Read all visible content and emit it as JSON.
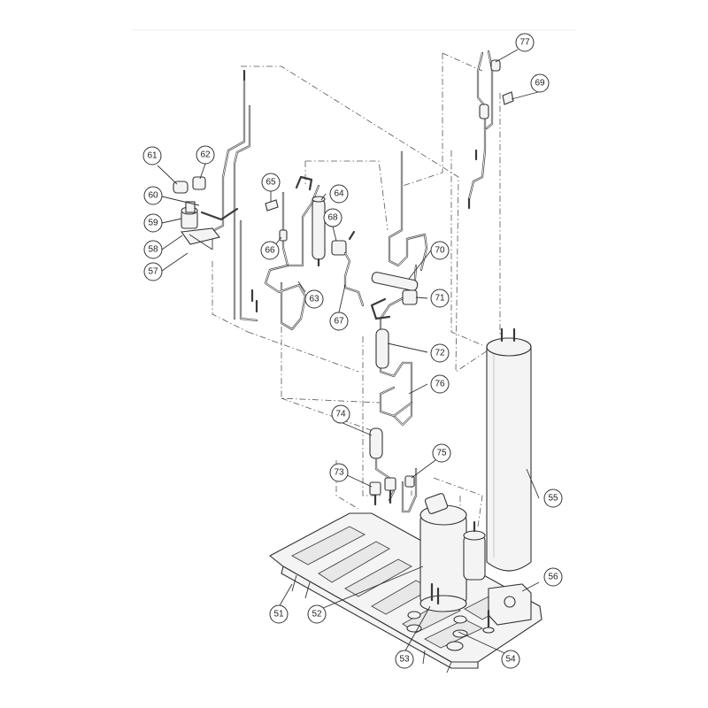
{
  "diagram": {
    "callouts": [
      {
        "id": "51",
        "label": "51"
      },
      {
        "id": "52",
        "label": "52"
      },
      {
        "id": "53",
        "label": "53"
      },
      {
        "id": "54",
        "label": "54"
      },
      {
        "id": "55",
        "label": "55"
      },
      {
        "id": "56",
        "label": "56"
      },
      {
        "id": "57",
        "label": "57"
      },
      {
        "id": "58",
        "label": "58"
      },
      {
        "id": "59",
        "label": "59"
      },
      {
        "id": "60",
        "label": "60"
      },
      {
        "id": "61",
        "label": "61"
      },
      {
        "id": "62",
        "label": "62"
      },
      {
        "id": "63",
        "label": "63"
      },
      {
        "id": "64",
        "label": "64"
      },
      {
        "id": "65",
        "label": "65"
      },
      {
        "id": "66",
        "label": "66"
      },
      {
        "id": "67",
        "label": "67"
      },
      {
        "id": "68",
        "label": "68"
      },
      {
        "id": "69",
        "label": "69"
      },
      {
        "id": "70",
        "label": "70"
      },
      {
        "id": "71",
        "label": "71"
      },
      {
        "id": "72",
        "label": "72"
      },
      {
        "id": "73",
        "label": "73"
      },
      {
        "id": "74",
        "label": "74"
      },
      {
        "id": "75",
        "label": "75"
      },
      {
        "id": "76",
        "label": "76"
      },
      {
        "id": "77",
        "label": "77"
      }
    ]
  }
}
